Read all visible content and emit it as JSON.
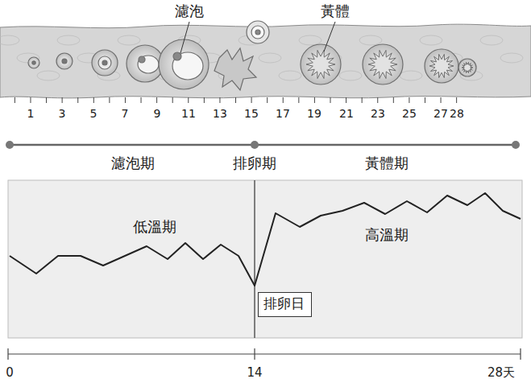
{
  "diagram": {
    "nodes": [
      {
        "text": [
          "排卵日"
        ]
      }
    ],
    "labels": [
      "濾泡",
      "黃體",
      "1",
      "3",
      "5",
      "7",
      "9",
      "11",
      "13",
      "15",
      "17",
      "19",
      "21",
      "23",
      "25",
      "27",
      "28",
      "濾泡期",
      "排卵期",
      "黃體期",
      "低溫期",
      "高溫期",
      "0",
      "14",
      "28天"
    ]
  }
}
